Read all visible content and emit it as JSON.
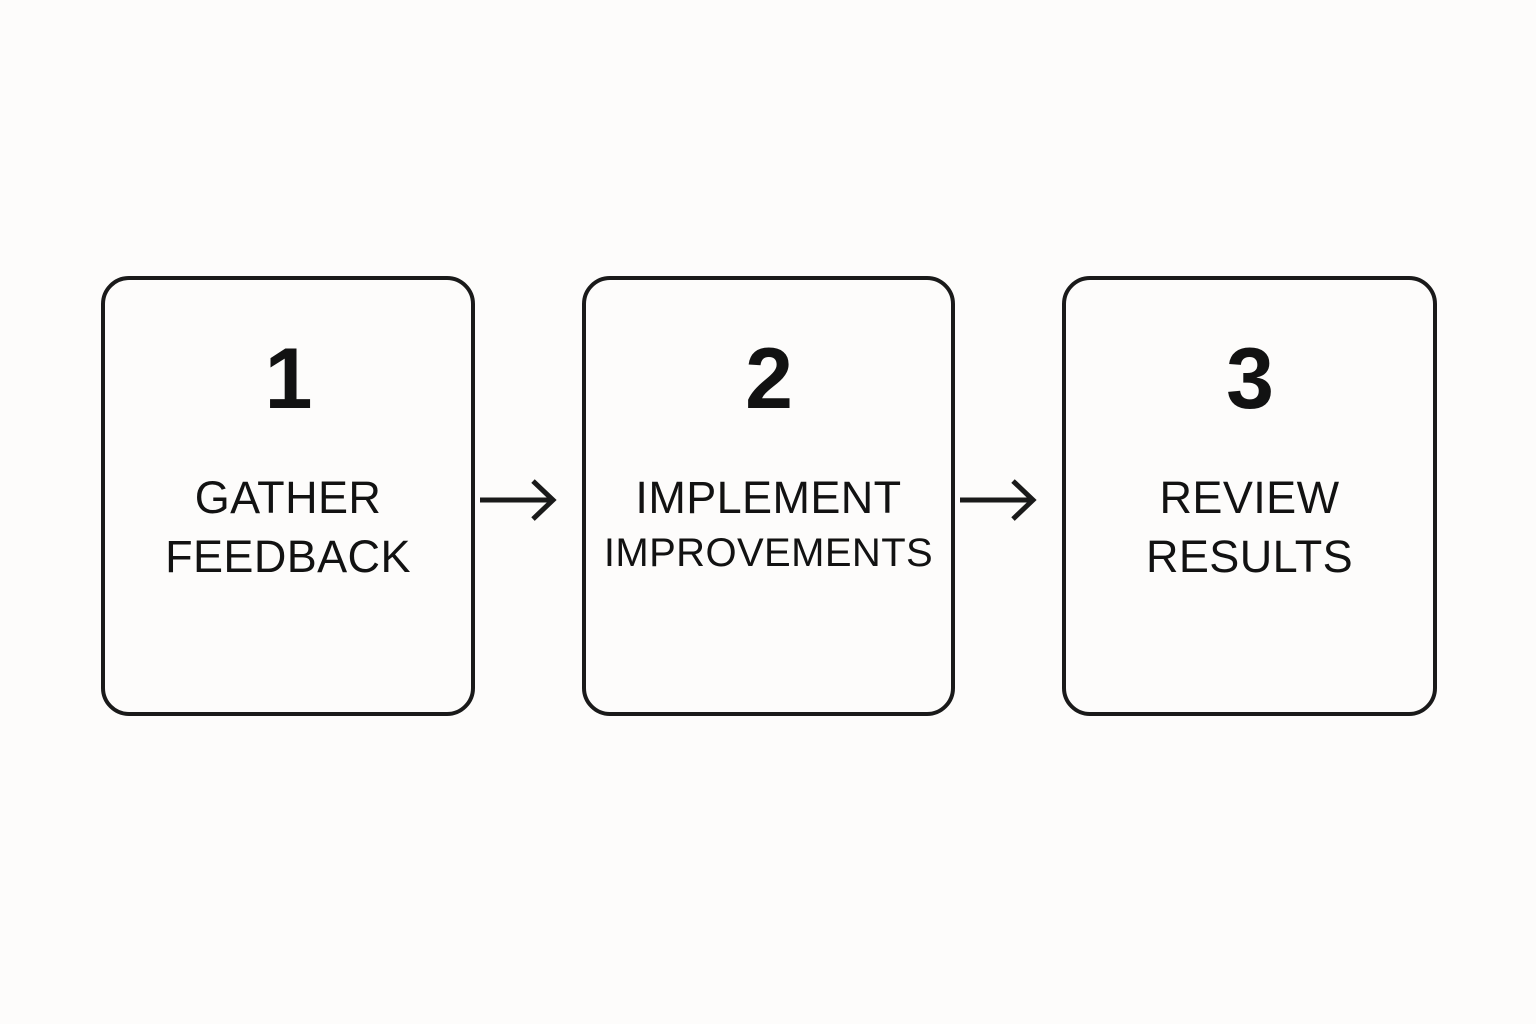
{
  "diagram": {
    "type": "process-flow",
    "orientation": "horizontal",
    "background_color": "#FDFCFB",
    "stroke_color": "#1A1A1A",
    "text_color": "#121212",
    "steps": [
      {
        "number": "1",
        "label_lines": [
          "GATHER",
          "FEEDBACK"
        ],
        "label_full": "GATHER FEEDBACK"
      },
      {
        "number": "2",
        "label_lines": [
          "IMPLEMENT",
          "IMPROVEMENTS"
        ],
        "label_full": "IMPLEMENT IMPROVEMENTS"
      },
      {
        "number": "3",
        "label_lines": [
          "REVIEW",
          "RESULTS"
        ],
        "label_full": "REVIEW RESULTS"
      }
    ],
    "connectors": [
      {
        "icon": "arrow-right-icon",
        "from": "1",
        "to": "2"
      },
      {
        "icon": "arrow-right-icon",
        "from": "2",
        "to": "3"
      }
    ]
  }
}
